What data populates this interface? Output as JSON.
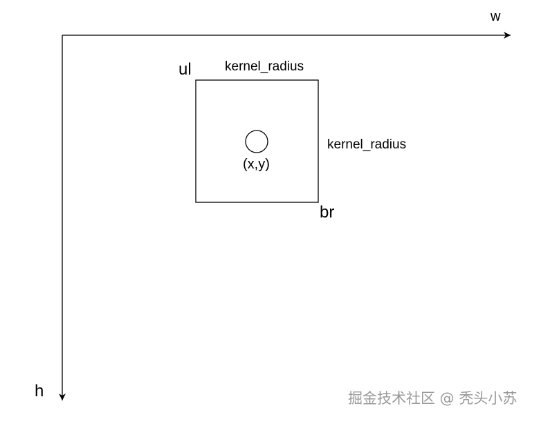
{
  "axes": {
    "x_label": "w",
    "y_label": "h"
  },
  "kernel": {
    "top_radius_label": "kernel_radius",
    "side_radius_label": "kernel_radius",
    "upper_left_label": "ul",
    "bottom_right_label": "br",
    "center_label": "(x,y)"
  },
  "watermark": "掘金技术社区 @ 秃头小苏"
}
